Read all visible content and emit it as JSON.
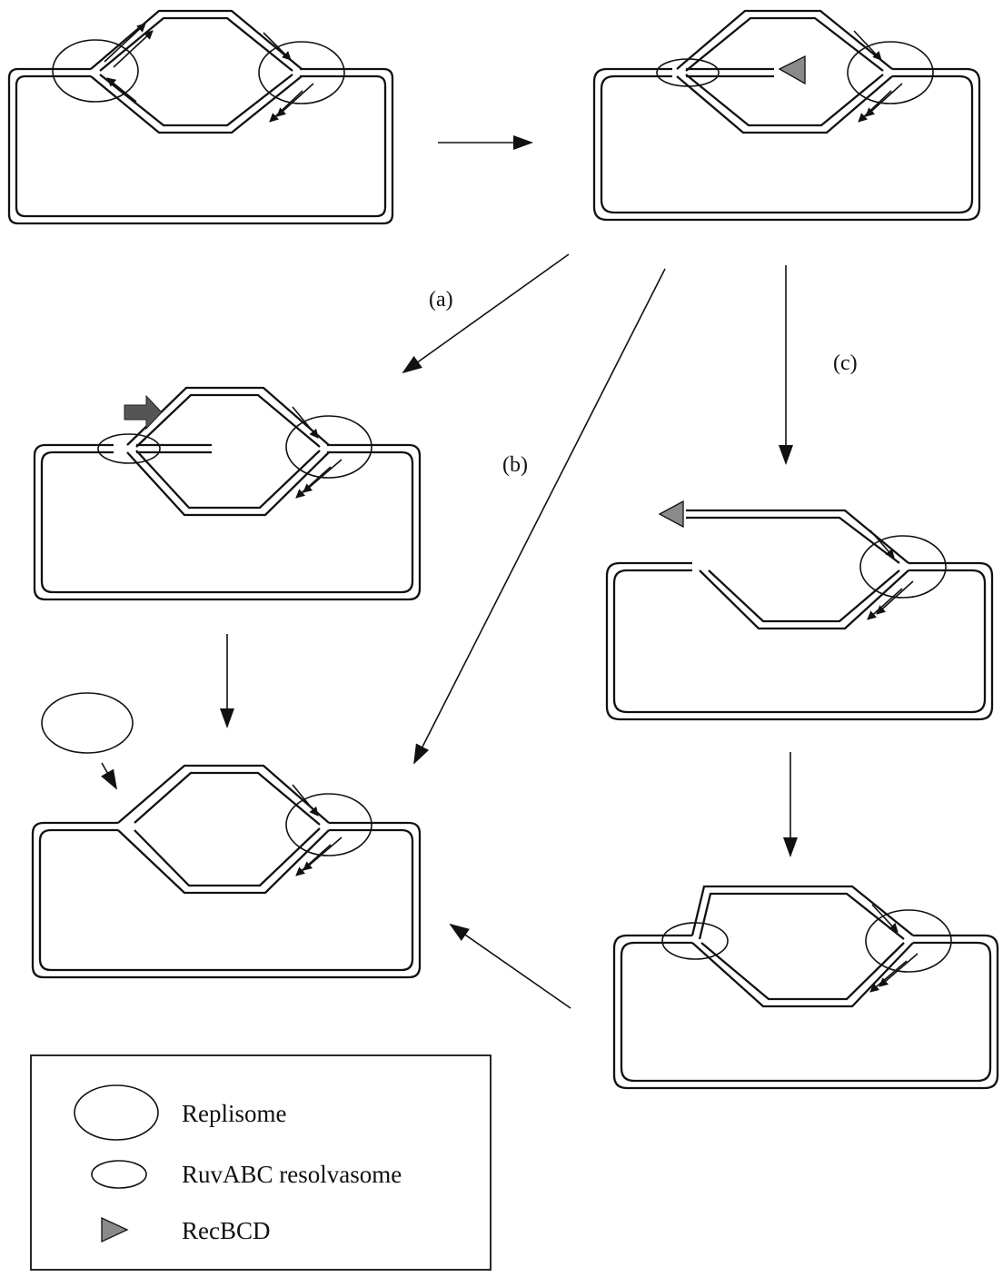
{
  "steps": {
    "path_a_label": "(a)",
    "path_b_label": "(b)",
    "path_c_label": "(c)"
  },
  "legend": {
    "items": [
      {
        "shape": "large-ellipse",
        "label": "Replisome"
      },
      {
        "shape": "small-ellipse",
        "label": "RuvABC resolvasome"
      },
      {
        "shape": "triangle",
        "label": "RecBCD"
      }
    ]
  },
  "colors": {
    "line": "#111111",
    "recbcd_fill": "#8a8a8a",
    "pointer_fill": "#555555"
  }
}
